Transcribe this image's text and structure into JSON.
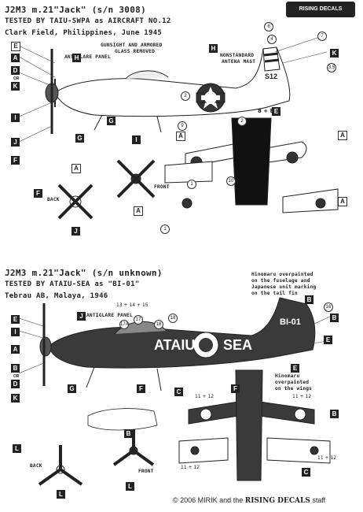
{
  "logo": "RISING DECALS",
  "sheet1": {
    "title": "J2M3 m.21\"Jack\" (s/n 3008)",
    "line2": "TESTED BY TAIU-SWPA as AIRCRAFT NO.12",
    "line3": "Clark Field, Philippines, June 1945",
    "gunsight": "GUNSIGHT AND ARMORED",
    "glass": "GLASS REMOVED",
    "antiglare": "ANTIGLARE PANEL",
    "nonstandard": "NONSTANDARD",
    "antena": "ANTENA MAST",
    "tail_code": "S12",
    "front": "FRONT",
    "back": "BACK"
  },
  "sheet2": {
    "title": "J2M3 m.21\"Jack\" (s/n unknown)",
    "line2": "TESTED BY ATAIU-SEA as \"BI-01\"",
    "line3": "Tebrau AB, Malaya, 1946",
    "antiglare": "ANTIGLARE PANEL",
    "hinomaru_tail_1": "Hinomaru overpainted",
    "hinomaru_tail_2": "on the fuselage and",
    "hinomaru_tail_3": "Japanese unit marking",
    "hinomaru_tail_4": "on the tail fin",
    "hinomaru_wings_1": "Hinomaru",
    "hinomaru_wings_2": "overpainted",
    "hinomaru_wings_3": "on the wings",
    "fuselage_text_left": "ATAIU",
    "fuselage_text_right": "SEA",
    "tail_code": "BI-01",
    "front": "FRONT",
    "back": "BACK"
  },
  "footer": {
    "year": "© 2006",
    "author": "MIRIK and the",
    "brand": "RISING DECALS",
    "staff": "staff"
  },
  "callouts": {
    "A": "A",
    "B": "B",
    "C": "C",
    "D": "D",
    "E": "E",
    "F": "F",
    "G": "G",
    "H": "H",
    "I": "I",
    "J": "J",
    "K": "K",
    "L": "L",
    "OR": "OR",
    "n1": "1",
    "n2": "2",
    "n3": "3",
    "n4": "4",
    "n5": "5",
    "n6": "6",
    "n7": "7",
    "n8": "8",
    "n9": "9",
    "n10": "10",
    "n11": "11",
    "n12": "12",
    "n13": "13",
    "n14": "14",
    "n15": "15",
    "n16": "16",
    "n17": "17",
    "n18": "18",
    "n3_5": "3,5",
    "n8e": "8 + E",
    "n11_12": "11 + 12",
    "n13_14_15": "13 + 14 + 15",
    "n17A": "17A",
    "n18b": "18"
  }
}
